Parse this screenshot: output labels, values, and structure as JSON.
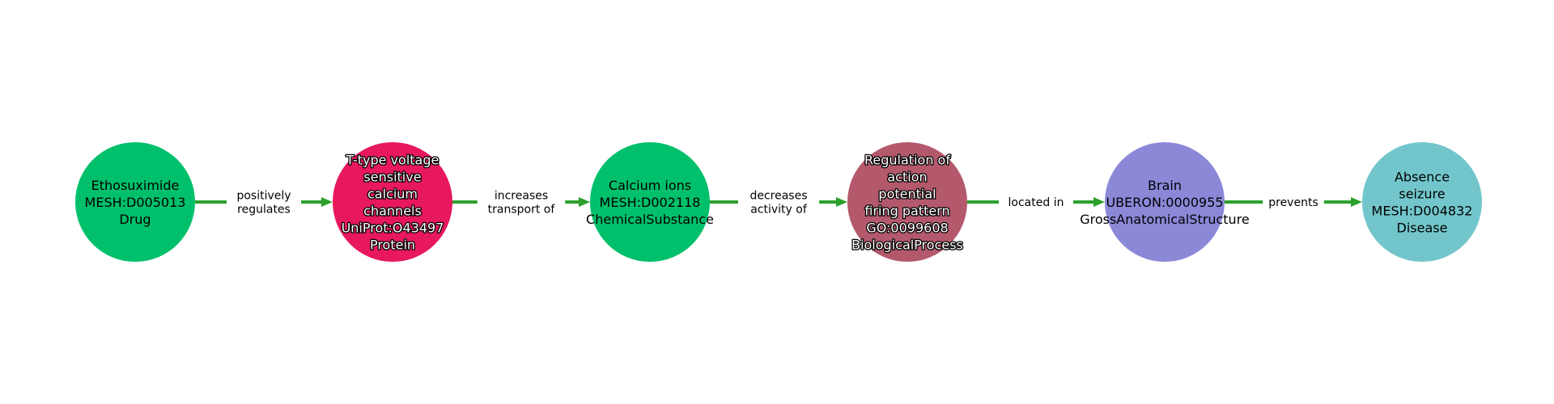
{
  "colors": {
    "edge": "#2ca02c",
    "label_bg": "#ffffff"
  },
  "nodes": [
    {
      "lines": [
        "Ethosuximide",
        "MESH:D005013",
        "Drug"
      ],
      "color": "#00c06b",
      "text_style": "dark"
    },
    {
      "lines": [
        "T-type voltage",
        "sensitive",
        "calcium",
        "channels",
        "UniProt:O43497",
        "Protein"
      ],
      "color": "#e8185e",
      "text_style": "light"
    },
    {
      "lines": [
        "Calcium ions",
        "MESH:D002118",
        "ChemicalSubstance"
      ],
      "color": "#00c06b",
      "text_style": "dark"
    },
    {
      "lines": [
        "Regulation of",
        "action",
        "potential",
        "firing pattern",
        "GO:0099608",
        "BiologicalProcess"
      ],
      "color": "#b4596c",
      "text_style": "light"
    },
    {
      "lines": [
        "Brain",
        "UBERON:0000955",
        "GrossAnatomicalStructure"
      ],
      "color": "#8b88d8",
      "text_style": "dark"
    },
    {
      "lines": [
        "Absence",
        "seizure",
        "MESH:D004832",
        "Disease"
      ],
      "color": "#72c6cb",
      "text_style": "dark"
    }
  ],
  "edges": [
    {
      "from": 0,
      "to": 1,
      "lines": [
        "positively",
        "regulates"
      ]
    },
    {
      "from": 1,
      "to": 2,
      "lines": [
        "increases",
        "transport of"
      ]
    },
    {
      "from": 2,
      "to": 3,
      "lines": [
        "decreases",
        "activity of"
      ]
    },
    {
      "from": 3,
      "to": 4,
      "lines": [
        "located in"
      ]
    },
    {
      "from": 4,
      "to": 5,
      "lines": [
        "prevents"
      ]
    }
  ]
}
